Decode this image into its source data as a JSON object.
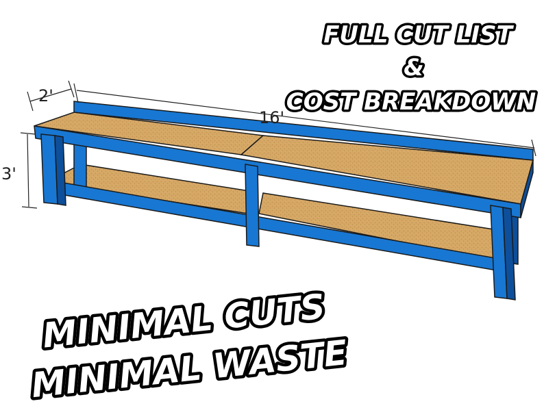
{
  "dimensions": {
    "depth": "2'",
    "length": "16'",
    "height": "3'"
  },
  "headline_top": {
    "line1": "FULL CUT LIST",
    "line2": "&",
    "line3": "COST BREAKDOWN"
  },
  "headline_bottom": {
    "line1": "MINIMAL CUTS",
    "line2": "MINIMAL WASTE"
  },
  "colors": {
    "frame": "#1877d2",
    "frame_dark": "#0d4f9a",
    "shelf": "#d4a564",
    "shelf_edge": "#b3823f",
    "outline": "#1a1a1a"
  }
}
